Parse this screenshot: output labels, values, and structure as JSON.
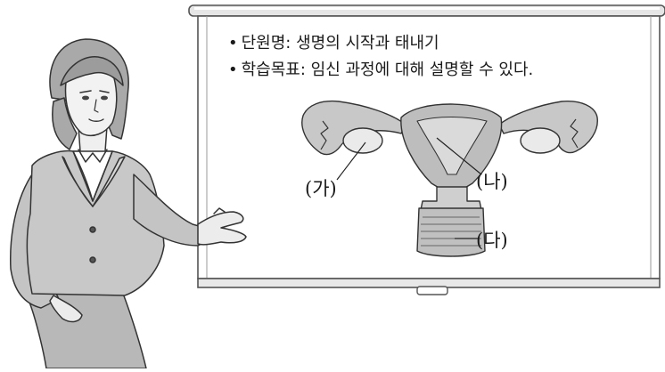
{
  "slide": {
    "bullet": "•",
    "unit_line": "단원명: 생명의 시작과 태내기",
    "goal_line": "학습목표: 임신 과정에 대해 설명할 수 있다."
  },
  "diagram_labels": {
    "ga": "(가)",
    "na": "(나)",
    "da": "(다)"
  },
  "colors": {
    "organ_shade": "#b4b4b4",
    "organ_inner": "#d4d4d4",
    "outline": "#333333"
  }
}
